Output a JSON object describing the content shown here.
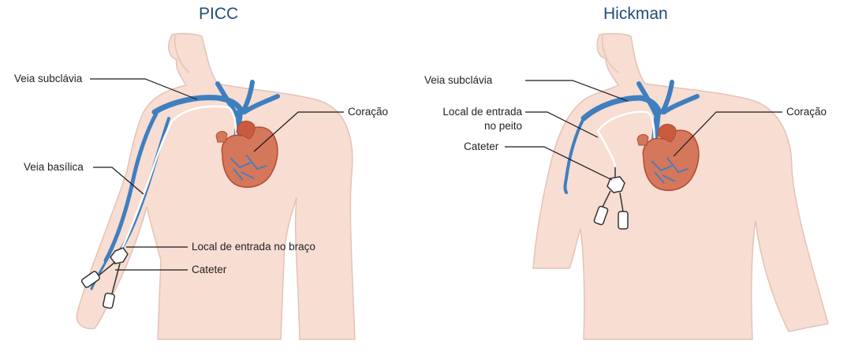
{
  "colors": {
    "skin": "#f7ddd2",
    "skin_outline": "#d9b2a2",
    "vein": "#3f7fc0",
    "vein_dark": "#2d63a3",
    "heart": "#d4775b",
    "heart_dark": "#b54a35",
    "leader": "#1a1a1a",
    "title": "#1f4e79"
  },
  "picc": {
    "title": "PICC",
    "labels": {
      "subclavian": "Veia subclávia",
      "basilic": "Veia basílica",
      "heart": "Coração",
      "entry": "Local de entrada no braço",
      "catheter": "Cateter"
    }
  },
  "hickman": {
    "title": "Hickman",
    "labels": {
      "subclavian": "Veia subclávia",
      "entry_line1": "Local de entrada",
      "entry_line2": "no peito",
      "catheter": "Cateter",
      "heart": "Coração"
    }
  }
}
